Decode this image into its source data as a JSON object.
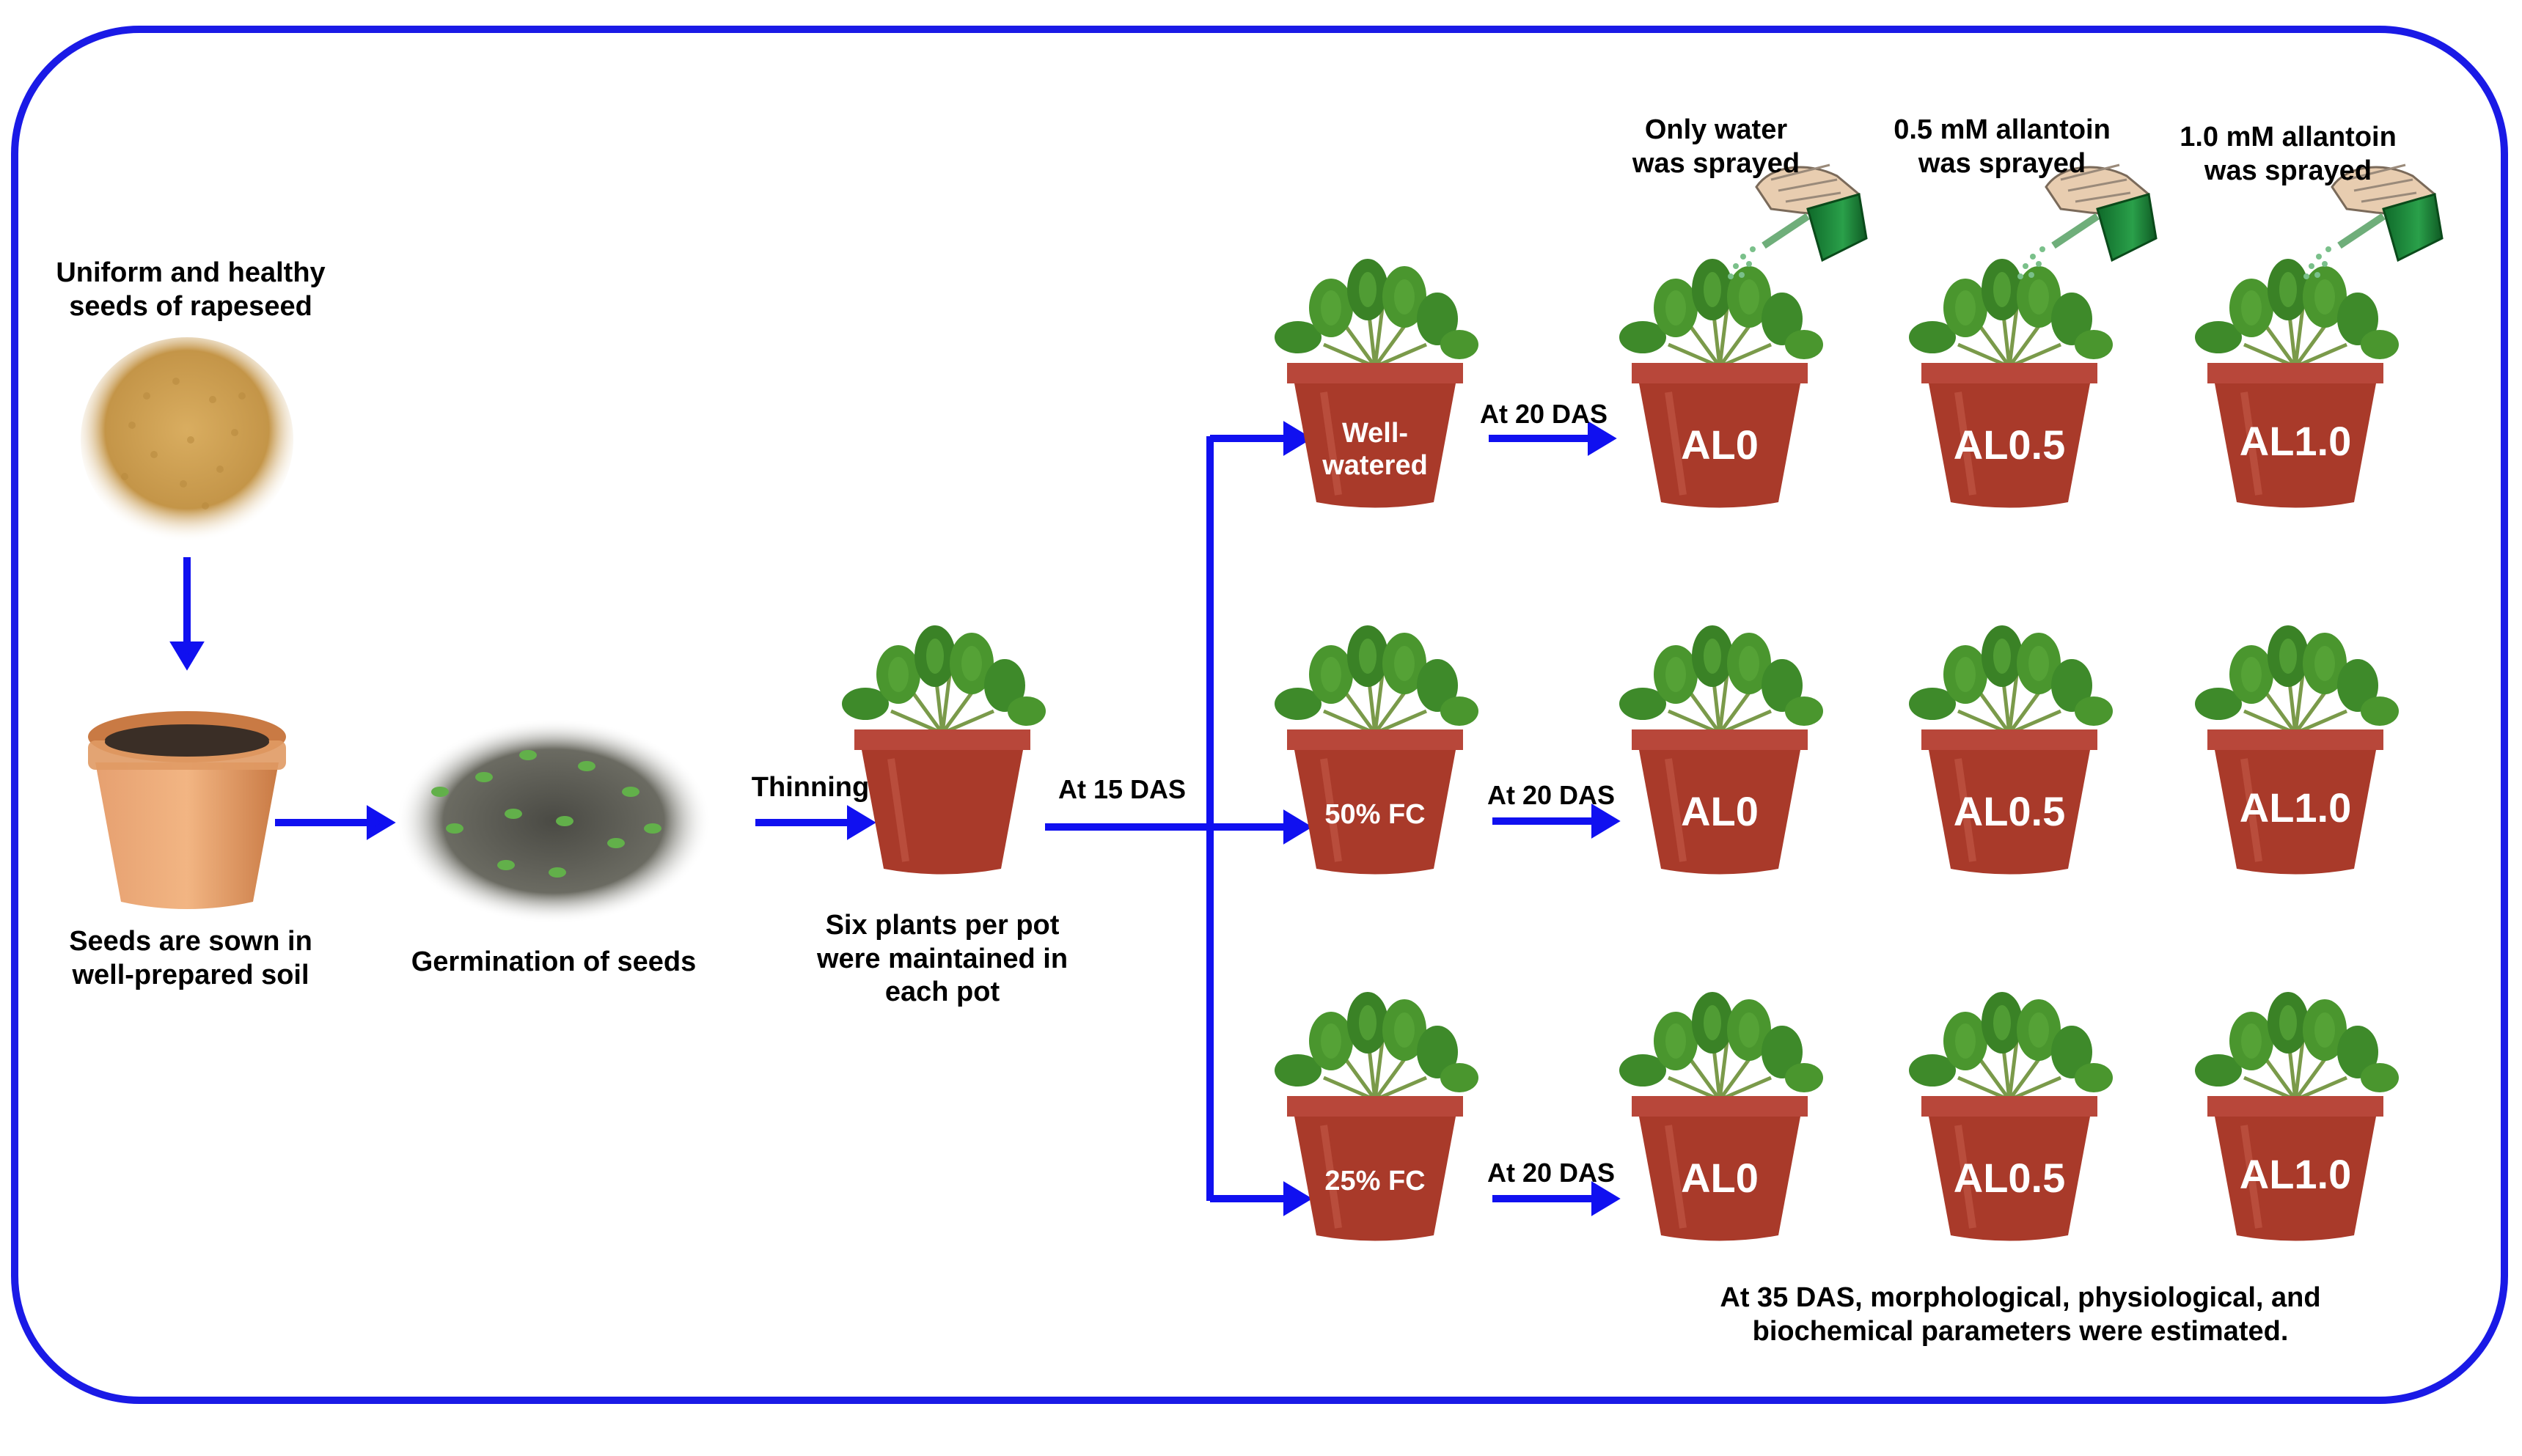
{
  "seeds_label": [
    "Uniform and healthy",
    "seeds of rapeseed"
  ],
  "sown_label": [
    "Seeds are sown in",
    "well-prepared soil"
  ],
  "germination_label": "Germination of seeds",
  "thinning_label": "Thinning",
  "six_plants_label": [
    "Six plants per pot",
    "were maintained in",
    "each pot"
  ],
  "at15_label": "At 15 DAS",
  "at20_label": "At 20 DAS",
  "rows": [
    {
      "condition": [
        "Well-",
        "watered"
      ],
      "treatments": [
        "AL0",
        "AL0.5",
        "AL1.0"
      ]
    },
    {
      "condition": [
        "50% FC"
      ],
      "treatments": [
        "AL0",
        "AL0.5",
        "AL1.0"
      ]
    },
    {
      "condition": [
        "25% FC"
      ],
      "treatments": [
        "AL0",
        "AL0.5",
        "AL1.0"
      ]
    }
  ],
  "spray_labels": [
    [
      "Only water",
      "was sprayed"
    ],
    [
      "0.5 mM allantoin",
      "was sprayed"
    ],
    [
      "1.0 mM allantoin",
      "was sprayed"
    ]
  ],
  "final_label": [
    "At 35 DAS, morphological, physiological, and",
    "biochemical parameters were estimated."
  ],
  "colors": {
    "border": "#1a1ae6",
    "arrow": "#1010f0",
    "pot": "#a93a2a",
    "pot_rim": "#c0483a",
    "leaf": "#3e8a2a",
    "seed": "#c99a4a",
    "terracotta": "#d9894e",
    "spray_can": "#1e8a3a"
  }
}
